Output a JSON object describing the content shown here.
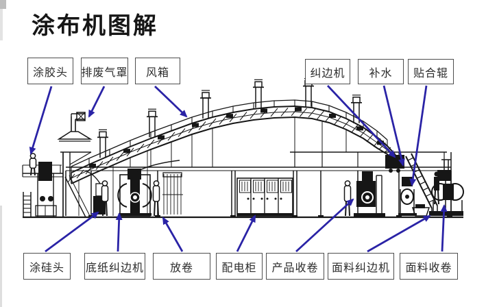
{
  "title": "涂布机图解",
  "colors": {
    "arrow": "#2a23a6",
    "drawing_ink": "#161616",
    "box_border": "#4d4d4d",
    "text": "#2b2b2b",
    "background": "#ffffff"
  },
  "labels": {
    "top": [
      {
        "text": "涂胶头"
      },
      {
        "text": "排废气罩"
      },
      {
        "text": "风箱"
      },
      {
        "text": "纠边机"
      },
      {
        "text": "补水"
      },
      {
        "text": "贴合辊"
      }
    ],
    "bottom": [
      {
        "text": "涂硅头"
      },
      {
        "text": "底纸纠边机"
      },
      {
        "text": "放卷"
      },
      {
        "text": "配电柜"
      },
      {
        "text": "产品收卷"
      },
      {
        "text": "面料纠边机"
      },
      {
        "text": "面料收卷"
      }
    ]
  }
}
